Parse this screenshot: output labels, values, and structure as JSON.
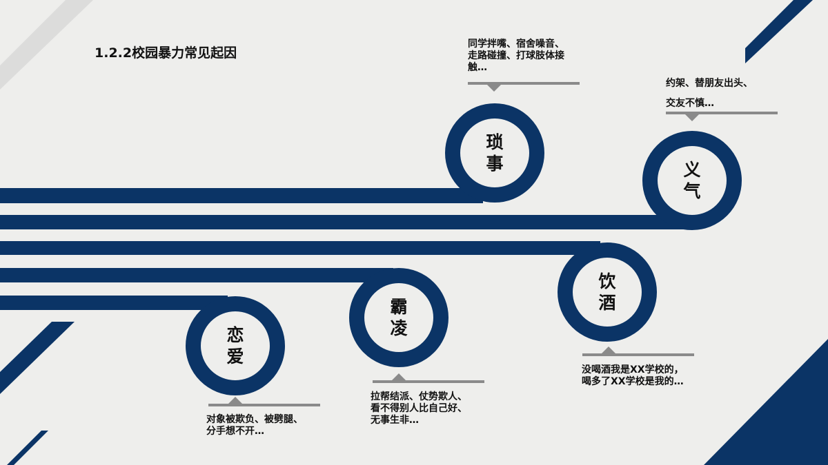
{
  "title": "1.2.2校园暴力常见起因",
  "colors": {
    "primary": "#0b3466",
    "pointer": "#8a8a8a",
    "background": "#eeeeec"
  },
  "causes": [
    {
      "label_1": "琐",
      "label_2": "事",
      "desc_1": "同学拌嘴、宿舍噪音、",
      "desc_2": "走路碰撞、打球肢体接",
      "desc_3": "触…"
    },
    {
      "label_1": "义",
      "label_2": "气",
      "desc_1": "约架、替朋友出头、",
      "desc_2": "交友不慎…"
    },
    {
      "label_1": "饮",
      "label_2": "酒",
      "desc_1": "没喝酒我是XX学校的，",
      "desc_2": "喝多了XX学校是我的…"
    },
    {
      "label_1": "霸",
      "label_2": "凌",
      "desc_1": "拉帮结派、仗势欺人、",
      "desc_2": "看不得别人比自己好、",
      "desc_3": "无事生非…"
    },
    {
      "label_1": "恋",
      "label_2": "爱",
      "desc_1": "对象被欺负、被劈腿、",
      "desc_2": "分手想不开…"
    }
  ]
}
